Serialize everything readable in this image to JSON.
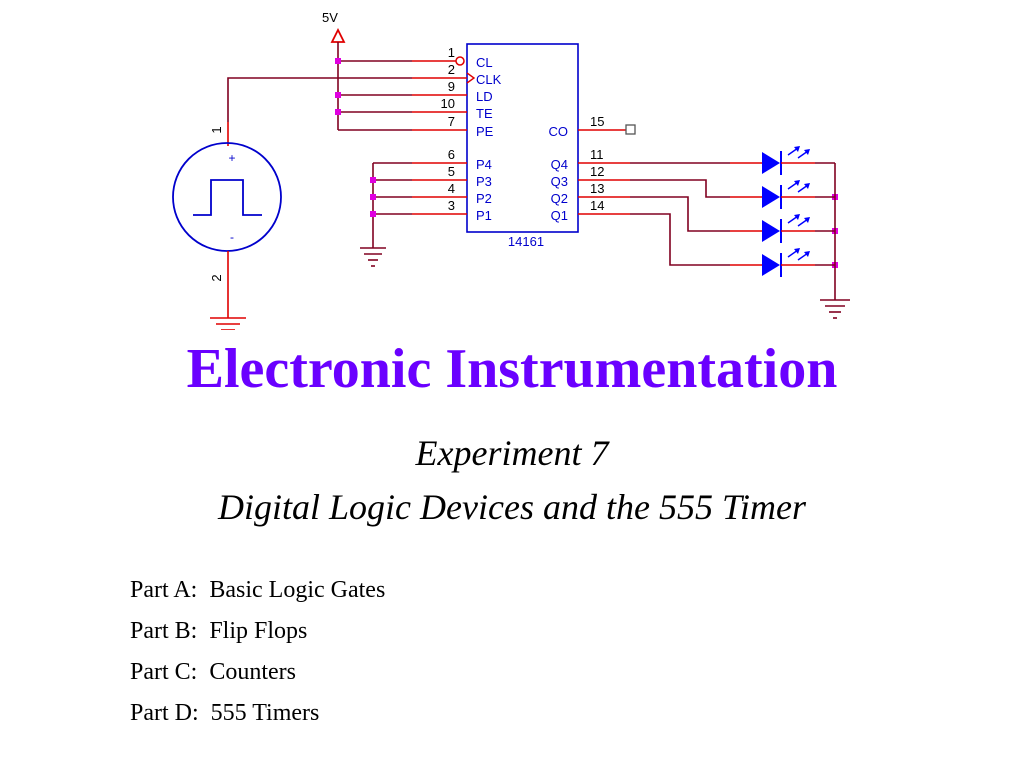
{
  "schematic": {
    "supply_label": "5V",
    "ic": {
      "part_number": "14161",
      "left_pins": [
        {
          "num": "1",
          "name": "CL"
        },
        {
          "num": "2",
          "name": "CLK"
        },
        {
          "num": "9",
          "name": "LD"
        },
        {
          "num": "10",
          "name": "TE"
        },
        {
          "num": "7",
          "name": "PE"
        },
        {
          "num": "6",
          "name": "P4"
        },
        {
          "num": "5",
          "name": "P3"
        },
        {
          "num": "4",
          "name": "P2"
        },
        {
          "num": "3",
          "name": "P1"
        }
      ],
      "right_pins": [
        {
          "num": "15",
          "name": "CO"
        },
        {
          "num": "11",
          "name": "Q4"
        },
        {
          "num": "12",
          "name": "Q3"
        },
        {
          "num": "13",
          "name": "Q2"
        },
        {
          "num": "14",
          "name": "Q1"
        }
      ]
    },
    "source": {
      "pin_top": "1",
      "pin_bottom": "2",
      "plus": "+",
      "minus": "-"
    },
    "colors": {
      "wire": "#800020",
      "component": "#0000cc",
      "pin_stub": "#e00000",
      "node": "#e000e0",
      "led": "#0000ff"
    }
  },
  "title": "Electronic Instrumentation",
  "subtitle": {
    "line1": "Experiment 7",
    "line2": "Digital Logic Devices and the 555 Timer"
  },
  "parts": [
    "Part A:  Basic Logic Gates",
    "Part B:  Flip Flops",
    "Part C:  Counters",
    "Part D:  555 Timers"
  ]
}
